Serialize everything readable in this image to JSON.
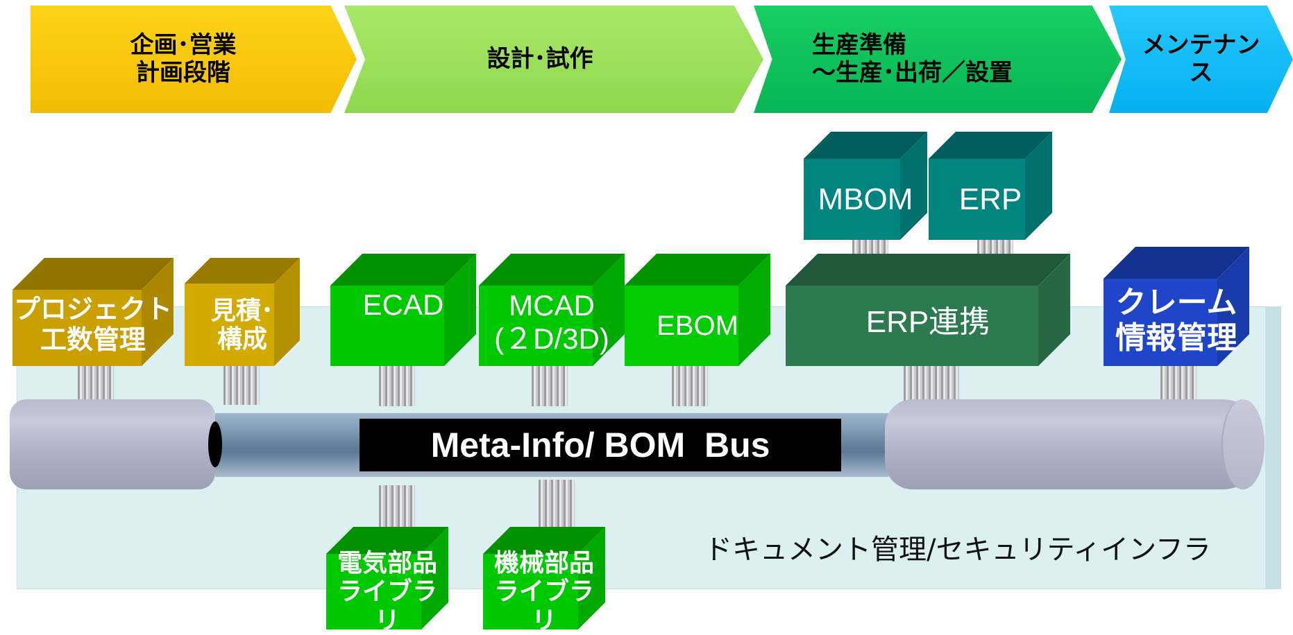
{
  "phases": {
    "planning": {
      "line1": "企画･営業",
      "line2": "計画段階"
    },
    "design": {
      "label": "設計･試作"
    },
    "production": {
      "line1": "生産準備",
      "line2": "～生産･出荷／設置"
    },
    "maintenance": {
      "label": "メンテナンス"
    }
  },
  "modules": {
    "project": {
      "line1": "プロジェクト",
      "line2": "工数管理"
    },
    "estimate": {
      "line1": "見積･",
      "line2": "構成"
    },
    "ecad": {
      "label": "ECAD"
    },
    "mcad": {
      "line1": "MCAD",
      "line2": "(２D/3D)"
    },
    "ebom": {
      "label": "EBOM"
    },
    "erp_link": {
      "label": "ERP連携"
    },
    "claims": {
      "line1": "クレーム",
      "line2": "情報管理"
    },
    "mbom": {
      "label": "MBOM"
    },
    "erp": {
      "label": "ERP"
    },
    "elec_lib": {
      "line1": "電気部品",
      "line2": "ライブラリ"
    },
    "mech_lib": {
      "line1": "機械部品",
      "line2": "ライブラリ"
    }
  },
  "bus": {
    "label": "Meta-Info/ BOM  Bus"
  },
  "infrastructure": {
    "label": "ドキュメント管理/セキュリティインフラ"
  },
  "colors": {
    "planning": "#f2bd00",
    "design": "#8fd84d",
    "production": "#06b553",
    "maintenance": "#05b0ef",
    "gold_box": "#c9a000",
    "green_box": "#00c800",
    "erp_box": "#2e7a50",
    "teal_box": "#00847f",
    "blue_box": "#1f45c8",
    "bus_bar": "#000000"
  }
}
